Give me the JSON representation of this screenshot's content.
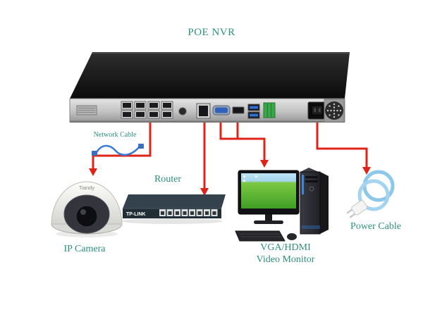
{
  "labels": {
    "nvr_title": "POE NVR",
    "network_cable": "Network Cable",
    "router": "Router",
    "ip_camera": "IP Camera",
    "monitor_line1": "VGA/HDMI",
    "monitor_line2": "Video Monitor",
    "power_cable": "Power Cable"
  },
  "devices": {
    "nvr": {
      "label": "POE NVR"
    },
    "camera": {
      "label": "IP Camera",
      "brand": "Tiandy"
    },
    "router": {
      "label": "Router",
      "brand": "TP-LINK"
    },
    "monitor": {
      "label_line1": "VGA/HDMI",
      "label_line2": "Video Monitor"
    },
    "power_cable": {
      "label": "Power Cable"
    }
  },
  "connections": [
    {
      "from": "nvr-poe-ports",
      "to": "ip-camera",
      "via": "network-cable"
    },
    {
      "from": "nvr-lan-port",
      "to": "router"
    },
    {
      "from": "nvr-vga-hdmi-ports",
      "to": "video-monitor"
    },
    {
      "from": "nvr-power-inlet",
      "to": "power-cable"
    }
  ],
  "colors": {
    "label_teal": "#2e8f7f",
    "arrow_red": "#e02318",
    "background": "#ffffff",
    "cable_blue": "#8cc8ea"
  }
}
